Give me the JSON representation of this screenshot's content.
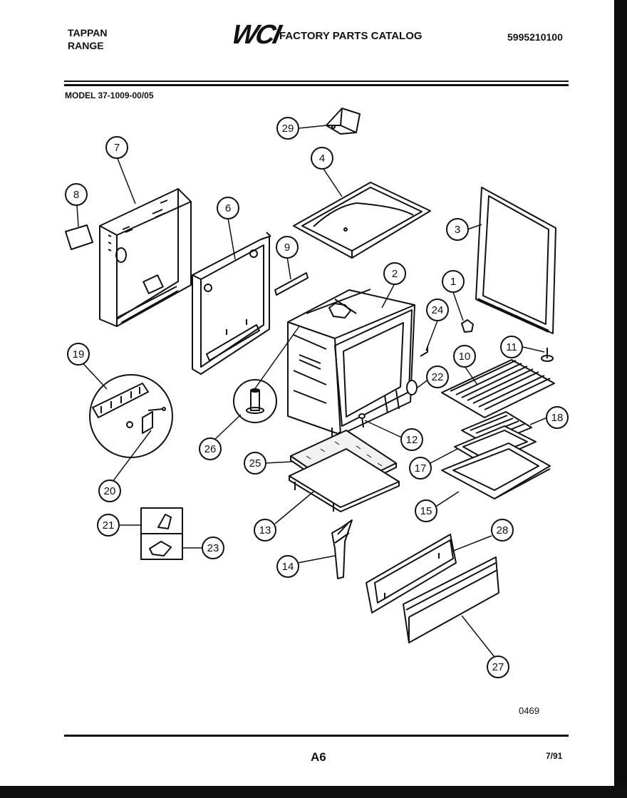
{
  "header": {
    "brand_line1": "TAPPAN",
    "brand_line2": "RANGE",
    "logo_text": "WCI",
    "catalog_title": "FACTORY PARTS CATALOG",
    "catalog_number": "5995210100",
    "model": "MODEL 37-1009-00/05"
  },
  "callouts": [
    "1",
    "2",
    "3",
    "4",
    "6",
    "7",
    "8",
    "9",
    "10",
    "11",
    "12",
    "13",
    "14",
    "15",
    "17",
    "18",
    "19",
    "20",
    "21",
    "22",
    "23",
    "24",
    "25",
    "26",
    "27",
    "28",
    "29"
  ],
  "footer": {
    "drawing_number": "0469",
    "page_code": "A6",
    "date_code": "7/91"
  },
  "colors": {
    "ink": "#111111",
    "paper": "#ffffff"
  }
}
